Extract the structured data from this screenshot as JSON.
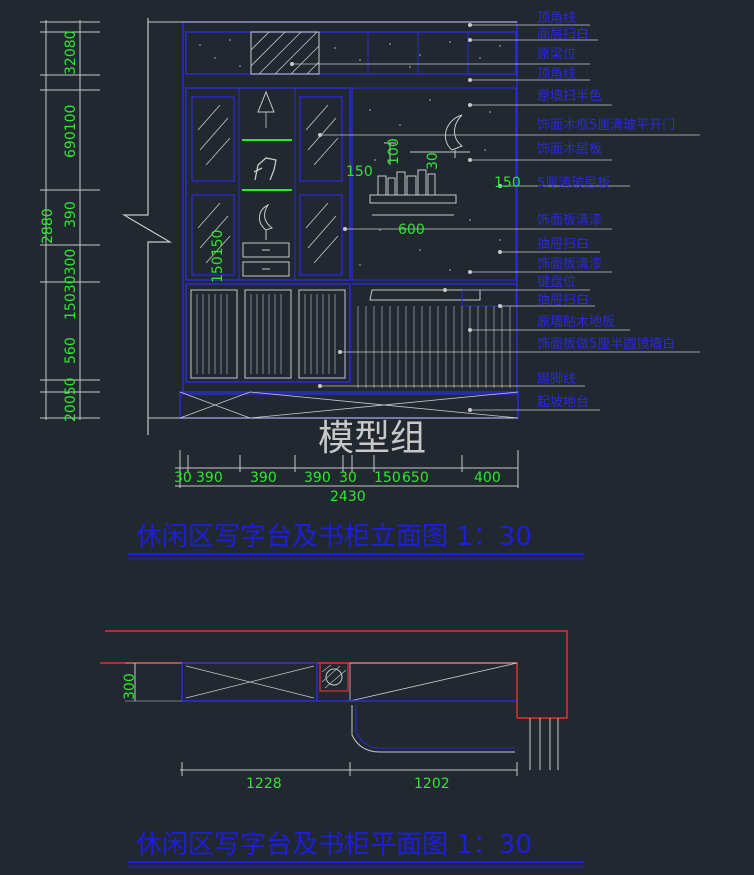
{
  "elevation": {
    "title": "休闲区写字台及书柜立面图 1：30",
    "watermark": "模型组",
    "left_dims": [
      "32080",
      "690100",
      "390",
      "15030300",
      "560",
      "20050"
    ],
    "overall_height": "2880",
    "inner_dims": [
      "150",
      "100",
      "30",
      "150",
      "600",
      "150150"
    ],
    "bottom_dims": [
      "30",
      "390",
      "390",
      "390",
      "30",
      "150",
      "650",
      "400"
    ],
    "overall_width": "2430",
    "annotations": [
      "顶角线",
      "面层扫白",
      "原梁位",
      "顶角线",
      "原墙扫半色",
      "饰面木框5厘清玻平开门",
      "饰面木层板",
      "5厘清玻层板",
      "饰面板清漆",
      "抽屉扫白",
      "饰面板清漆",
      "键盘位",
      "抽屉扫白",
      "原墙贴木地板",
      "饰面板做5厘半圆镜墙白",
      "踢脚线",
      "起坡地台"
    ]
  },
  "plan": {
    "title": "休闲区写字台及书柜平面图 1：30",
    "dims": [
      "300",
      "1228",
      "1202"
    ]
  },
  "colors": {
    "background": "#212830",
    "linework": "#2a2ad8",
    "dimension_text": "#2ee82e",
    "title": "#1d1de0",
    "wall_outline": "#e03030",
    "hatch": "#c8c8c8"
  }
}
